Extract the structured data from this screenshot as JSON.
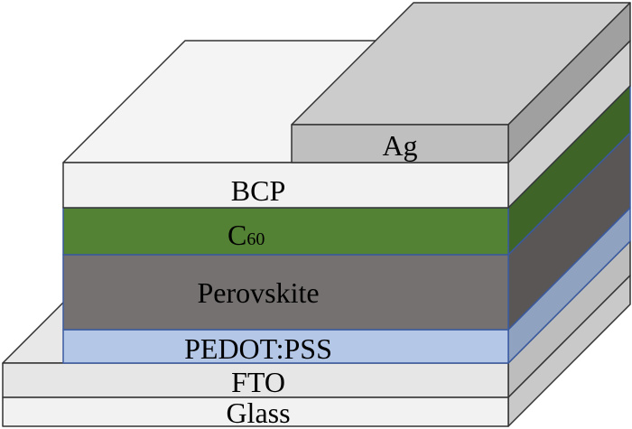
{
  "layers": {
    "ag": {
      "label": "Ag",
      "colors": {
        "front": "#bfbfbf",
        "top": "#cccccc",
        "side": "#a0a0a0"
      }
    },
    "bcp": {
      "label": "BCP",
      "colors": {
        "front": "#f2f2f2",
        "top": "#f4f4f4",
        "side": "#d0d0d0"
      }
    },
    "c60": {
      "label_main": "C",
      "label_sub": "60",
      "colors": {
        "front": "#548235",
        "side": "#3f6428"
      }
    },
    "perovskite": {
      "label": "Perovskite",
      "colors": {
        "front": "#767171",
        "side": "#5b5656"
      }
    },
    "pedot": {
      "label": "PEDOT:PSS",
      "colors": {
        "front": "#b4c7e7",
        "side": "#8fa2bf"
      }
    },
    "fto": {
      "label": "FTO",
      "colors": {
        "front": "#e7e6e6",
        "top": "#e9e8e8",
        "side": "#bdbdbd"
      }
    },
    "glass": {
      "label": "Glass",
      "colors": {
        "front": "#f2f2f2",
        "side": "#c9c9c9"
      }
    }
  }
}
